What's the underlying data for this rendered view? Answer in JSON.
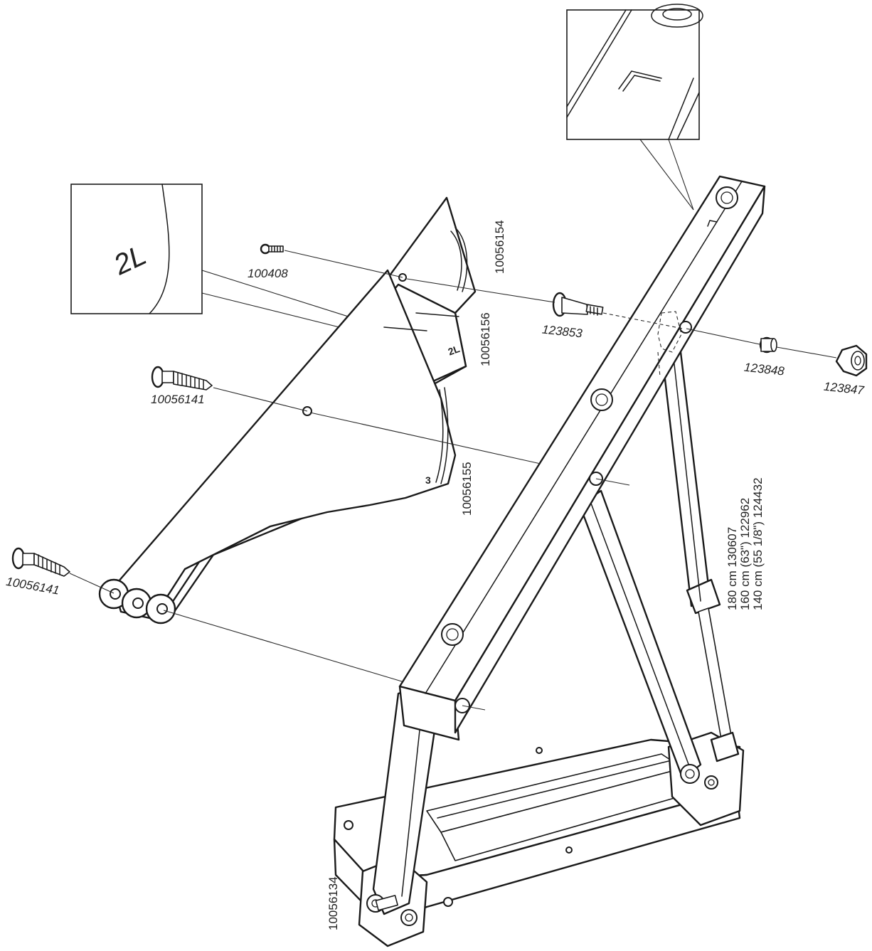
{
  "labels": {
    "screw_small": "100408",
    "bolt_upper_left": "10056141",
    "bolt_lower_left": "10056141",
    "pin_mid": "123853",
    "bushing": "123848",
    "nut": "123847",
    "plate_top": "10056154",
    "plate_mid": "10056156",
    "plate_bottom": "10056155",
    "base_frame": "10056134"
  },
  "gas_spring_sizes": [
    "180 cm  130607",
    "160 cm (63\")  122962",
    "140 cm (55 1/8\")  124432"
  ],
  "marks": {
    "callout_mark": "2L",
    "plate_mark_mid": "2L",
    "plate_mark_bottom": "3"
  }
}
